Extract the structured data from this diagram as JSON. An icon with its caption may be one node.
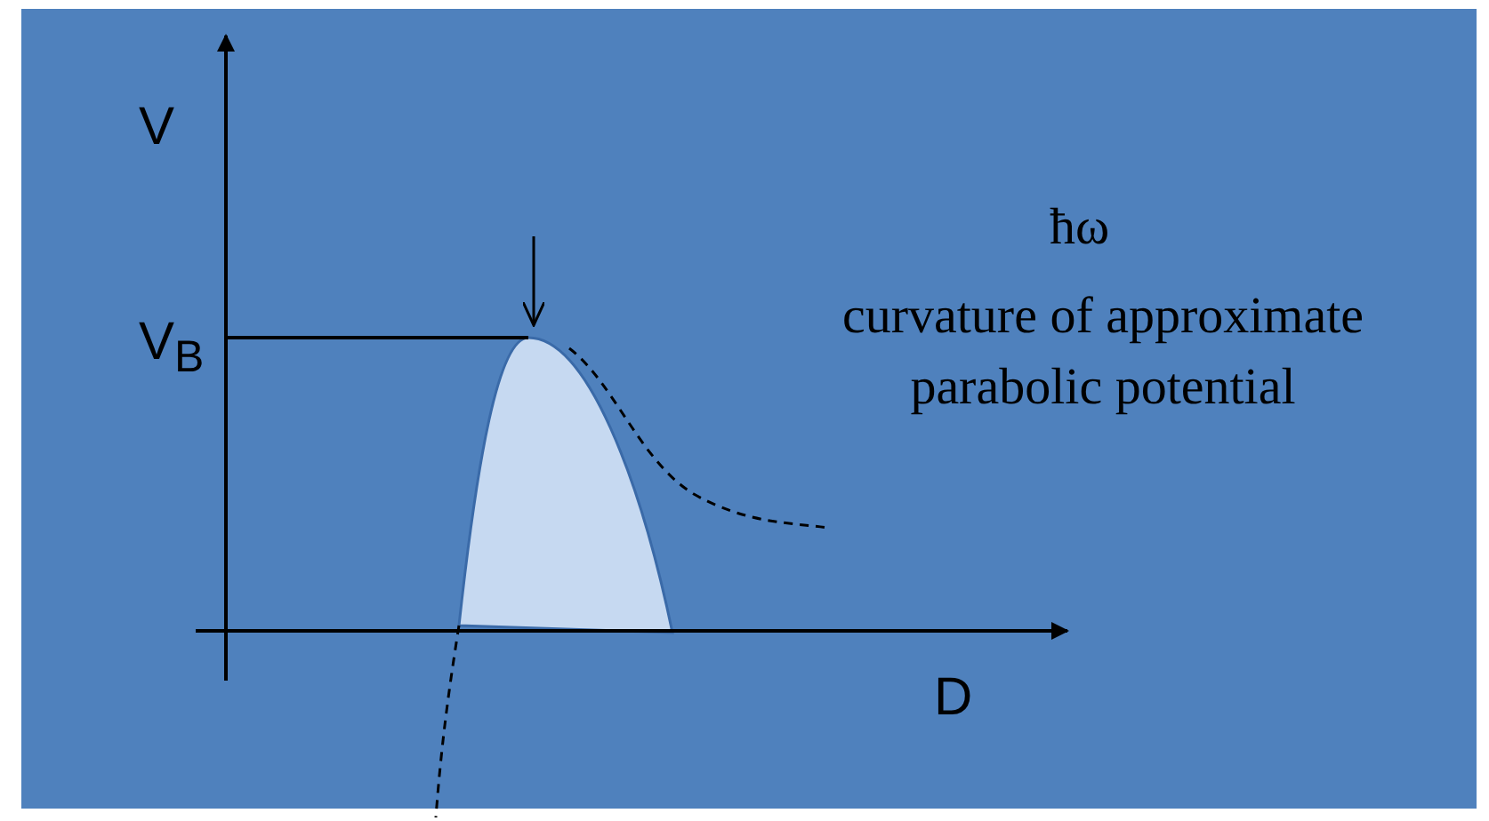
{
  "diagram": {
    "labels": [
      "V",
      "V$_{B}$",
      "D",
      "ħω",
      "curvature of approximate parabolic potential"
    ]
  }
}
